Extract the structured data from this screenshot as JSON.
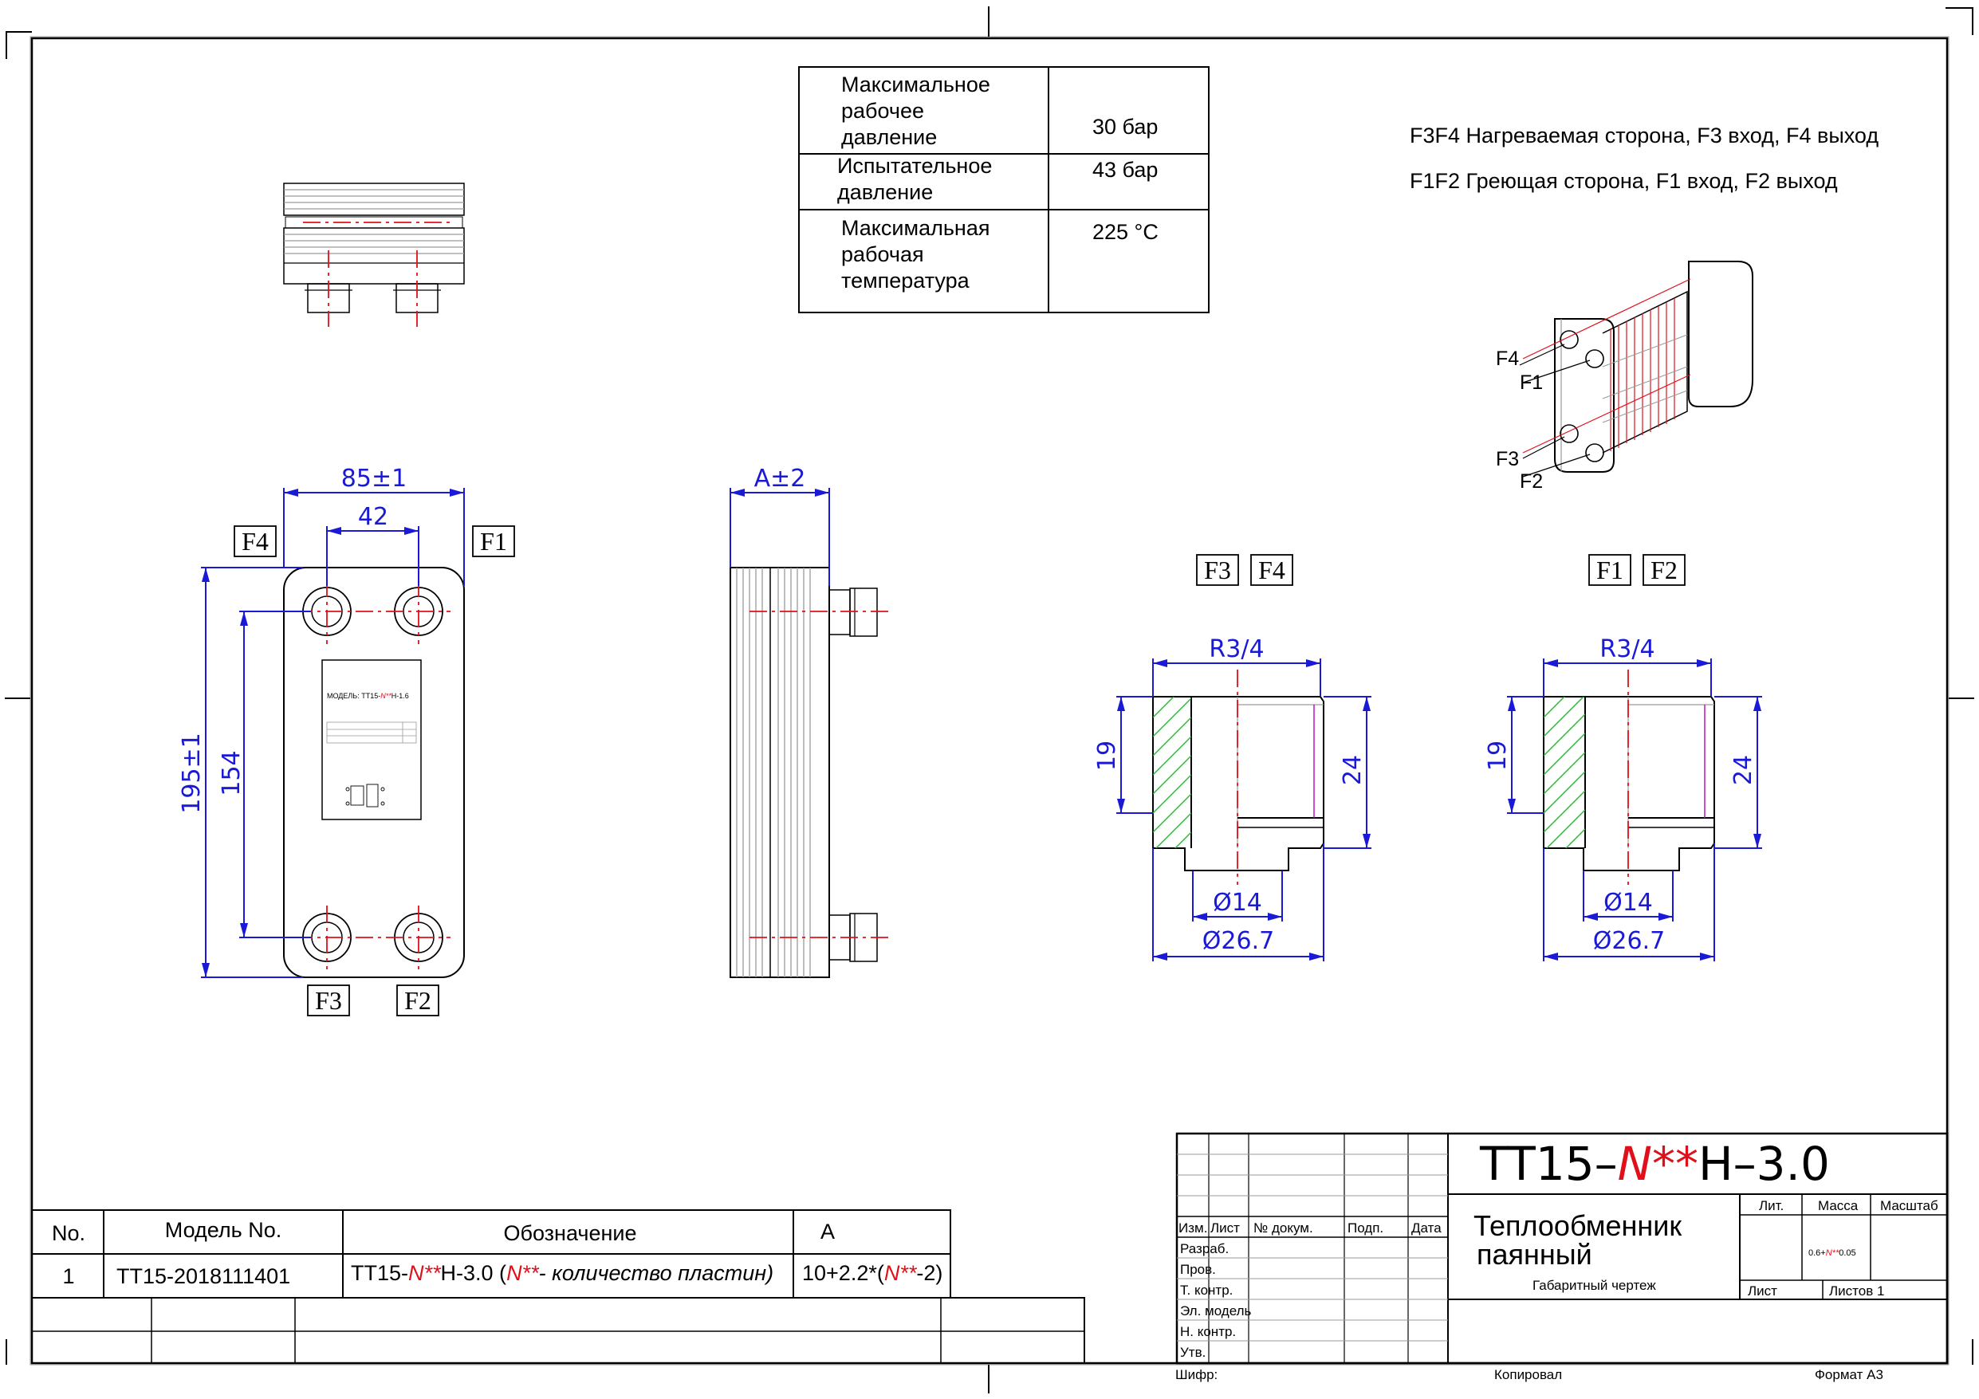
{
  "spec_table": [
    {
      "label": [
        "Максимальное",
        "рабочее",
        "давление"
      ],
      "value": "30 бар"
    },
    {
      "label": [
        "Испытательное",
        "давление"
      ],
      "value": "43 бар"
    },
    {
      "label": [
        "Максимальная",
        "рабочая",
        "температура"
      ],
      "value": "225 °C"
    }
  ],
  "notes": {
    "line1": "F3F4 Нагреваемая сторона, F3 вход, F4 выход",
    "line2": "F1F2 Греющая сторона, F1 вход, F2 выход"
  },
  "ports": {
    "f1": "F1",
    "f2": "F2",
    "f3": "F3",
    "f4": "F4"
  },
  "dims": {
    "width": "85±1",
    "hole_spacing": "42",
    "height": "195±1",
    "hole_height": "154",
    "thickness": "A±2",
    "thread": "R3/4",
    "d19": "19",
    "d24": "24",
    "d14": "Ø14",
    "d267": "Ø26.7"
  },
  "nameplate": {
    "model_prefix": "МОДЕЛЬ: TT15-",
    "model_n": "N**",
    "model_suffix": "H-1.6"
  },
  "parts_table": {
    "headers": [
      "No.",
      "Модель No.",
      "Обозначение",
      "A"
    ],
    "row": {
      "no": "1",
      "model": "TT15-2018111401",
      "des_prefix": "TT15-",
      "des_n": "N**",
      "des_suffix": "H-3.0  (",
      "des_n2": "N**",
      "des_note": "- количество пластин)",
      "a_prefix": "10+2.2*(",
      "a_n": "N**",
      "a_suffix": "-2)"
    }
  },
  "title_block": {
    "designation_prefix": "TT15–",
    "designation_n": "N**",
    "designation_suffix": "H–3.0",
    "product_line1": "Теплообменник",
    "product_line2": "паянный",
    "doc_type": "Габаритный чертеж",
    "col_lit": "Лит.",
    "col_mass": "Масса",
    "col_scale": "Масштаб",
    "mass_prefix": "0.6+",
    "mass_n": "N**",
    "mass_suffix": "0.05",
    "sheet": "Лист",
    "sheets": "Листов 1",
    "rev_headers": [
      "Изм.",
      "Лист",
      "№ докум.",
      "Подп.",
      "Дата"
    ],
    "roles": [
      "Разраб.",
      "Пров.",
      "Т. контр.",
      "Эл. модель",
      "Н. контр.",
      "Утв."
    ],
    "cipher": "Шифр:",
    "copied": "Копировал",
    "format": "Формат А3"
  }
}
